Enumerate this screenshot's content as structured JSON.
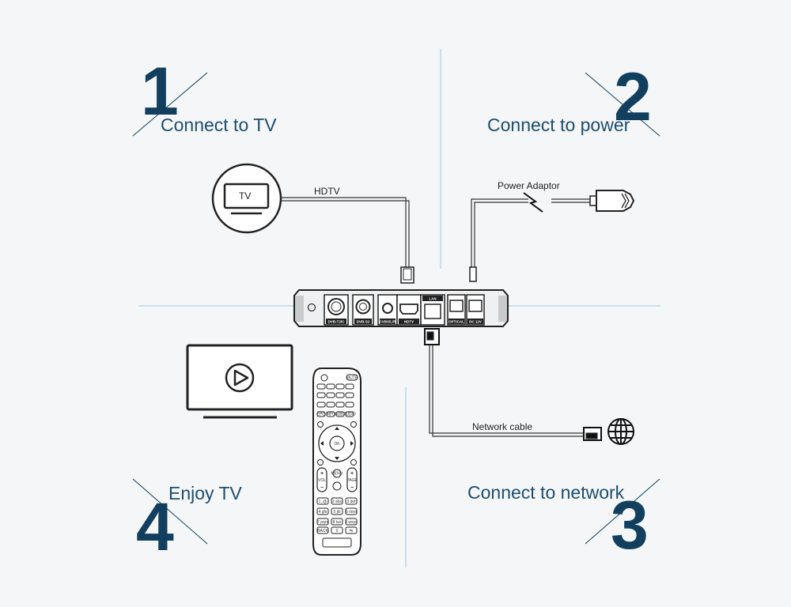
{
  "steps": [
    {
      "number": "1",
      "title": "Connect to TV"
    },
    {
      "number": "2",
      "title": "Connect to power"
    },
    {
      "number": "3",
      "title": "Connect to network"
    },
    {
      "number": "4",
      "title": "Enjoy TV"
    }
  ],
  "labels": {
    "tv_icon": "TV",
    "hdtv": "HDTV",
    "power_adaptor": "Power Adaptor",
    "network_cable": "Network cable"
  },
  "ports": [
    "DVB-T2/C",
    "DVB-S2",
    "CVBS/L/R",
    "HDTV",
    "LAN",
    "OPTICAL",
    "DC 12V"
  ],
  "remote_keys": {
    "top_right": "MUTE",
    "media": [
      "EPG",
      "INFO",
      "SUBT",
      "AUDIO"
    ],
    "ok": "OK",
    "vol": "VOL",
    "page": "PAGE",
    "center": "MENU",
    "digits": [
      "1 .@",
      "2 abc",
      "3 def",
      "4 ghi",
      "5 jkl",
      "6 mno",
      "7 pqrs",
      "8 tuv",
      "9 wxyz"
    ],
    "bottom": [
      "BACK",
      "0",
      "⇆"
    ]
  },
  "colors": {
    "accent": "#123f5e",
    "heading": "#1f4e6e",
    "guide": "#b9d9e6",
    "line": "#333333"
  }
}
